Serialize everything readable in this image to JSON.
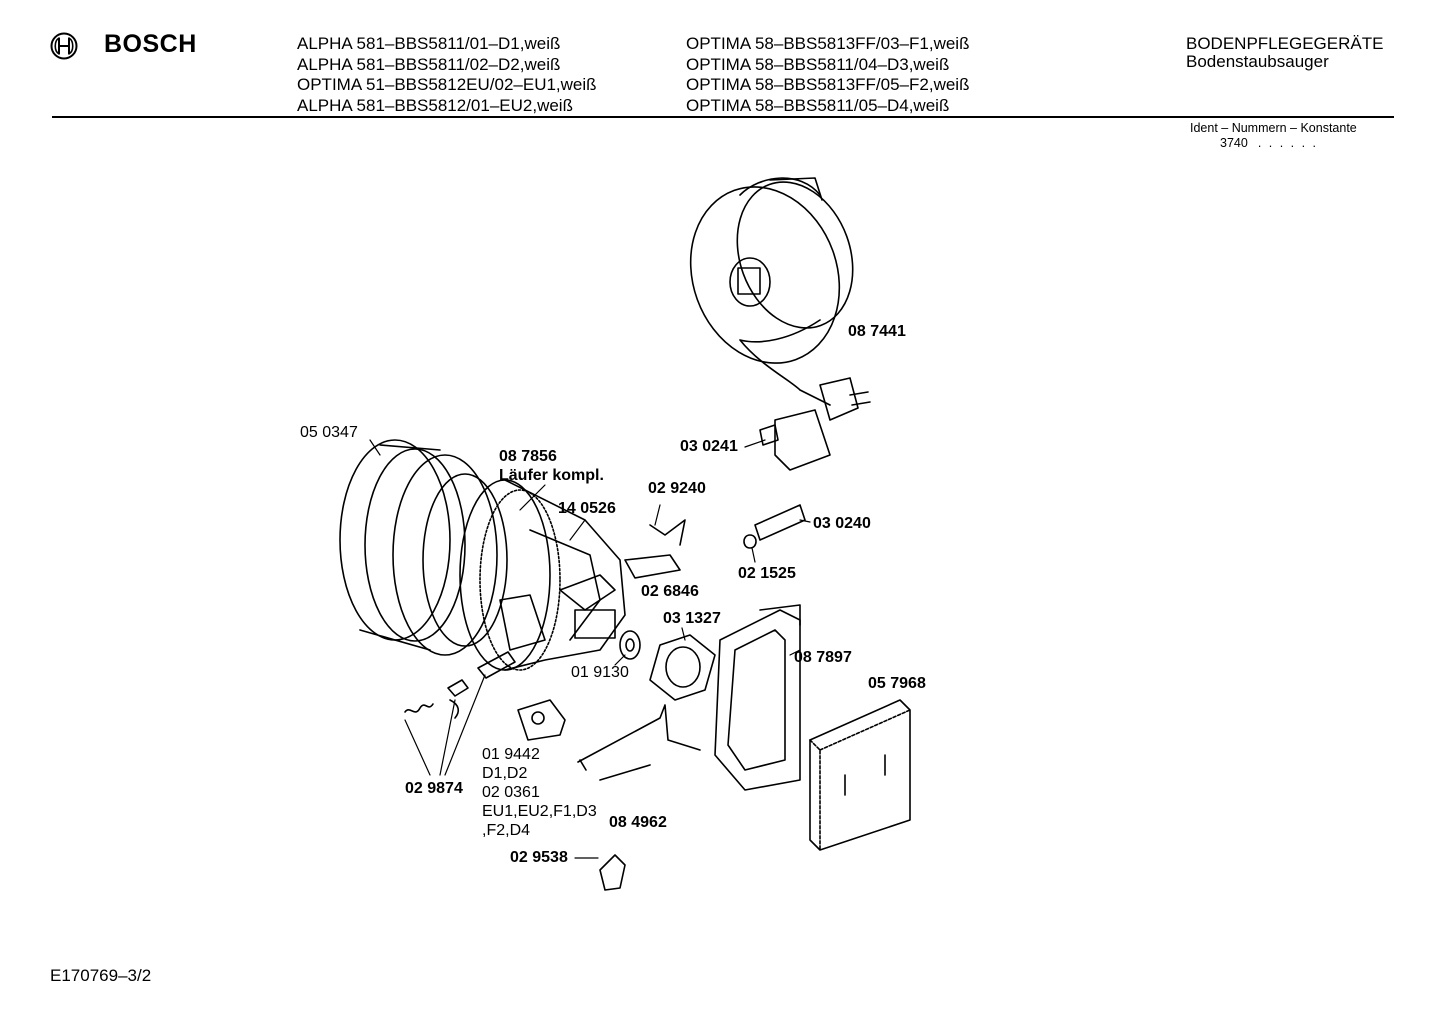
{
  "header": {
    "brand": "BOSCH",
    "logo_icon": "bosch-armature-logo-icon",
    "models_col1": [
      "ALPHA 581–BBS5811/01–D1,weiß",
      "ALPHA 581–BBS5811/02–D2,weiß",
      "OPTIMA 51–BBS5812EU/02–EU1,weiß",
      "ALPHA 581–BBS5812/01–EU2,weiß"
    ],
    "models_col2": [
      "OPTIMA 58–BBS5813FF/03–F1,weiß",
      "OPTIMA 58–BBS5811/04–D3,weiß",
      "OPTIMA 58–BBS5813FF/05–F2,weiß",
      "OPTIMA 58–BBS5811/05–D4,weiß"
    ],
    "category": "BODENPFLEGEGERÄTE",
    "subcategory": "Bodenstaubsauger",
    "ident_label": "Ident – Nummern – Konstante",
    "ident_number": "3740",
    "ident_dots": ". .   . . . ."
  },
  "parts": {
    "p087441": "08 7441",
    "p050347": "05 0347",
    "p087856": "08 7856",
    "p087856_desc": "Läufer kompl.",
    "p030241": "03 0241",
    "p029240": "02 9240",
    "p140526": "14 0526",
    "p030240": "03 0240",
    "p021525": "02 1525",
    "p026846": "02 6846",
    "p031327": "03 1327",
    "p087897": "08 7897",
    "p019130": "01 9130",
    "p057968": "05 7968",
    "p019442": "01 9442",
    "p019442_variants": "D1,D2",
    "p020361": "02 0361",
    "p020361_variants_a": "EU1,EU2,F1,D3",
    "p020361_variants_b": ",F2,D4",
    "p029874": "02 9874",
    "p084962": "08 4962",
    "p029538": "02 9538"
  },
  "footer": {
    "drawing_id": "E170769–3/2"
  }
}
